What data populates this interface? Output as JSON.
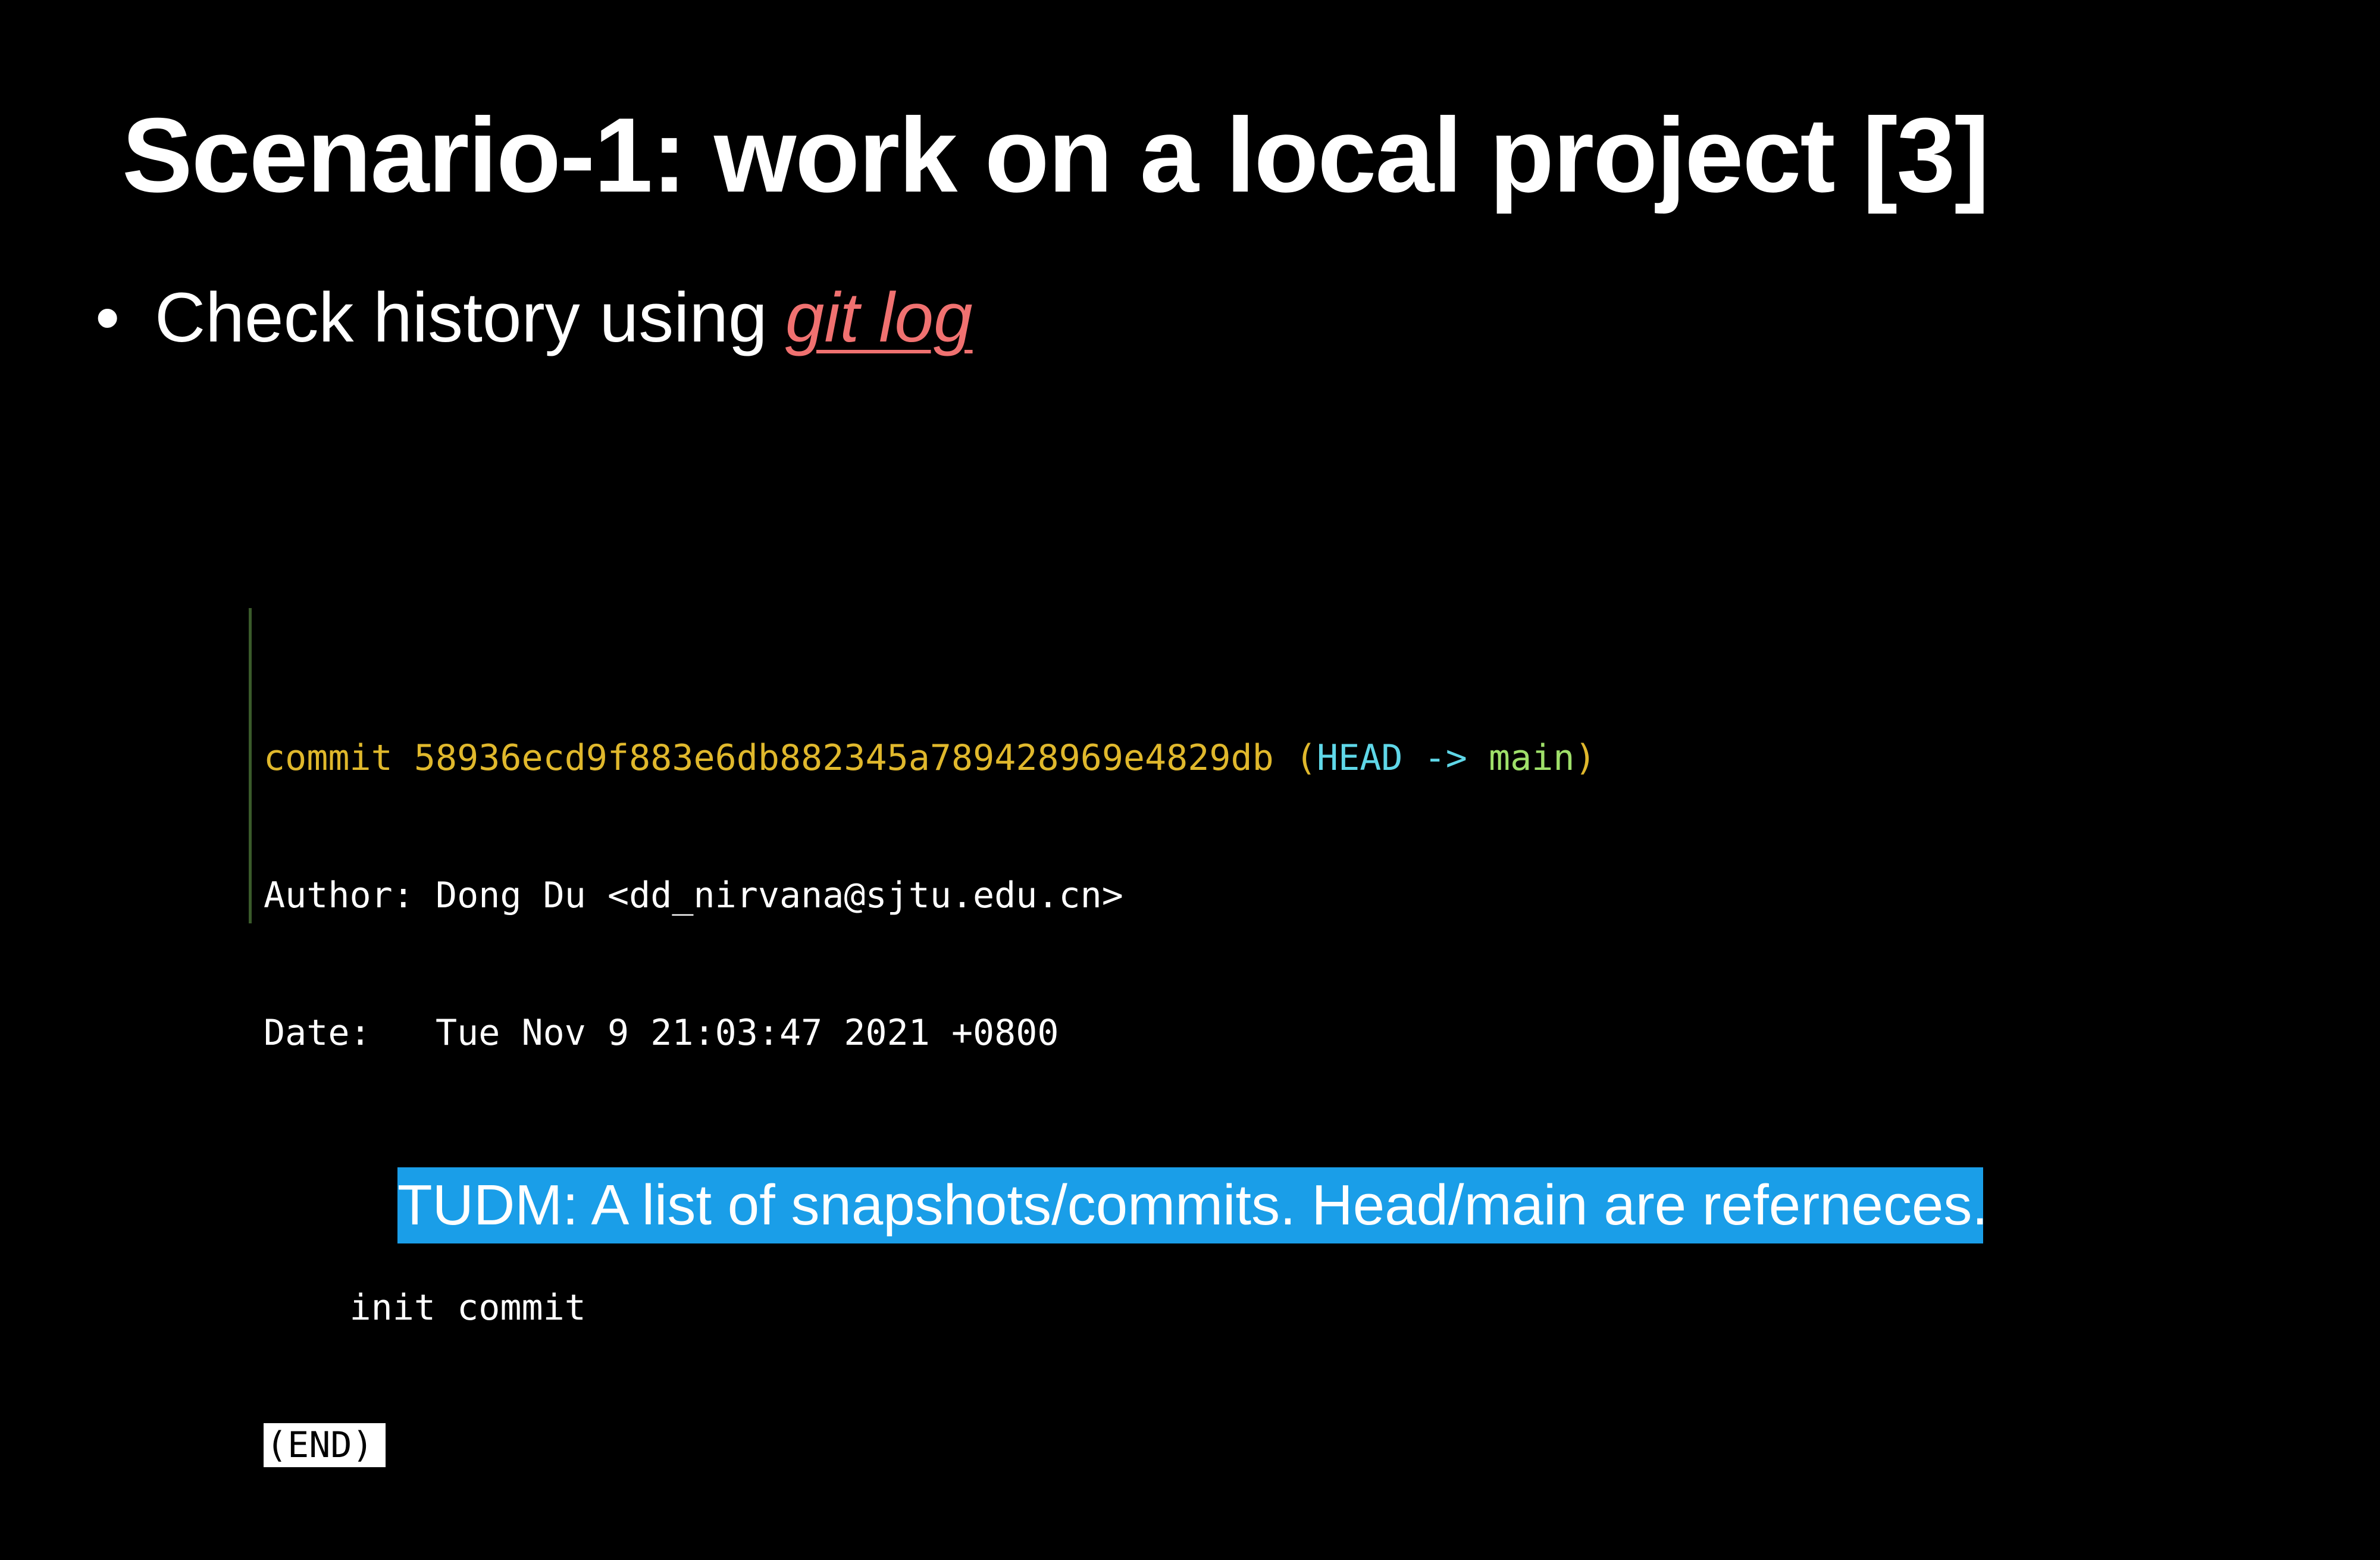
{
  "slide": {
    "title": "Scenario-1: work on a local project [3]",
    "bullet": {
      "marker": "•",
      "text": "Check history using",
      "link_text": "git log"
    }
  },
  "terminal": {
    "line1": {
      "commit_word": "commit",
      "hash": "58936ecd9f883e6db882345a789428969e4829db",
      "open_paren": "(",
      "head": "HEAD",
      "arrow": "->",
      "branch": "main",
      "close_paren": ")"
    },
    "author_line": "Author: Dong Du <dd_nirvana@sjtu.edu.cn>",
    "date_line": "Date:   Tue Nov 9 21:03:47 2021 +0800",
    "message_line": "    init commit",
    "end_marker": "(END)"
  },
  "caption": "TUDM: A list of snapshots/commits. Head/main are referneces.",
  "colors": {
    "background": "#000000",
    "link": "#f07170",
    "commit": "#e0b82c",
    "head": "#5fd7e8",
    "branch": "#9fe06a",
    "caption_bg": "#1a9ee8"
  }
}
